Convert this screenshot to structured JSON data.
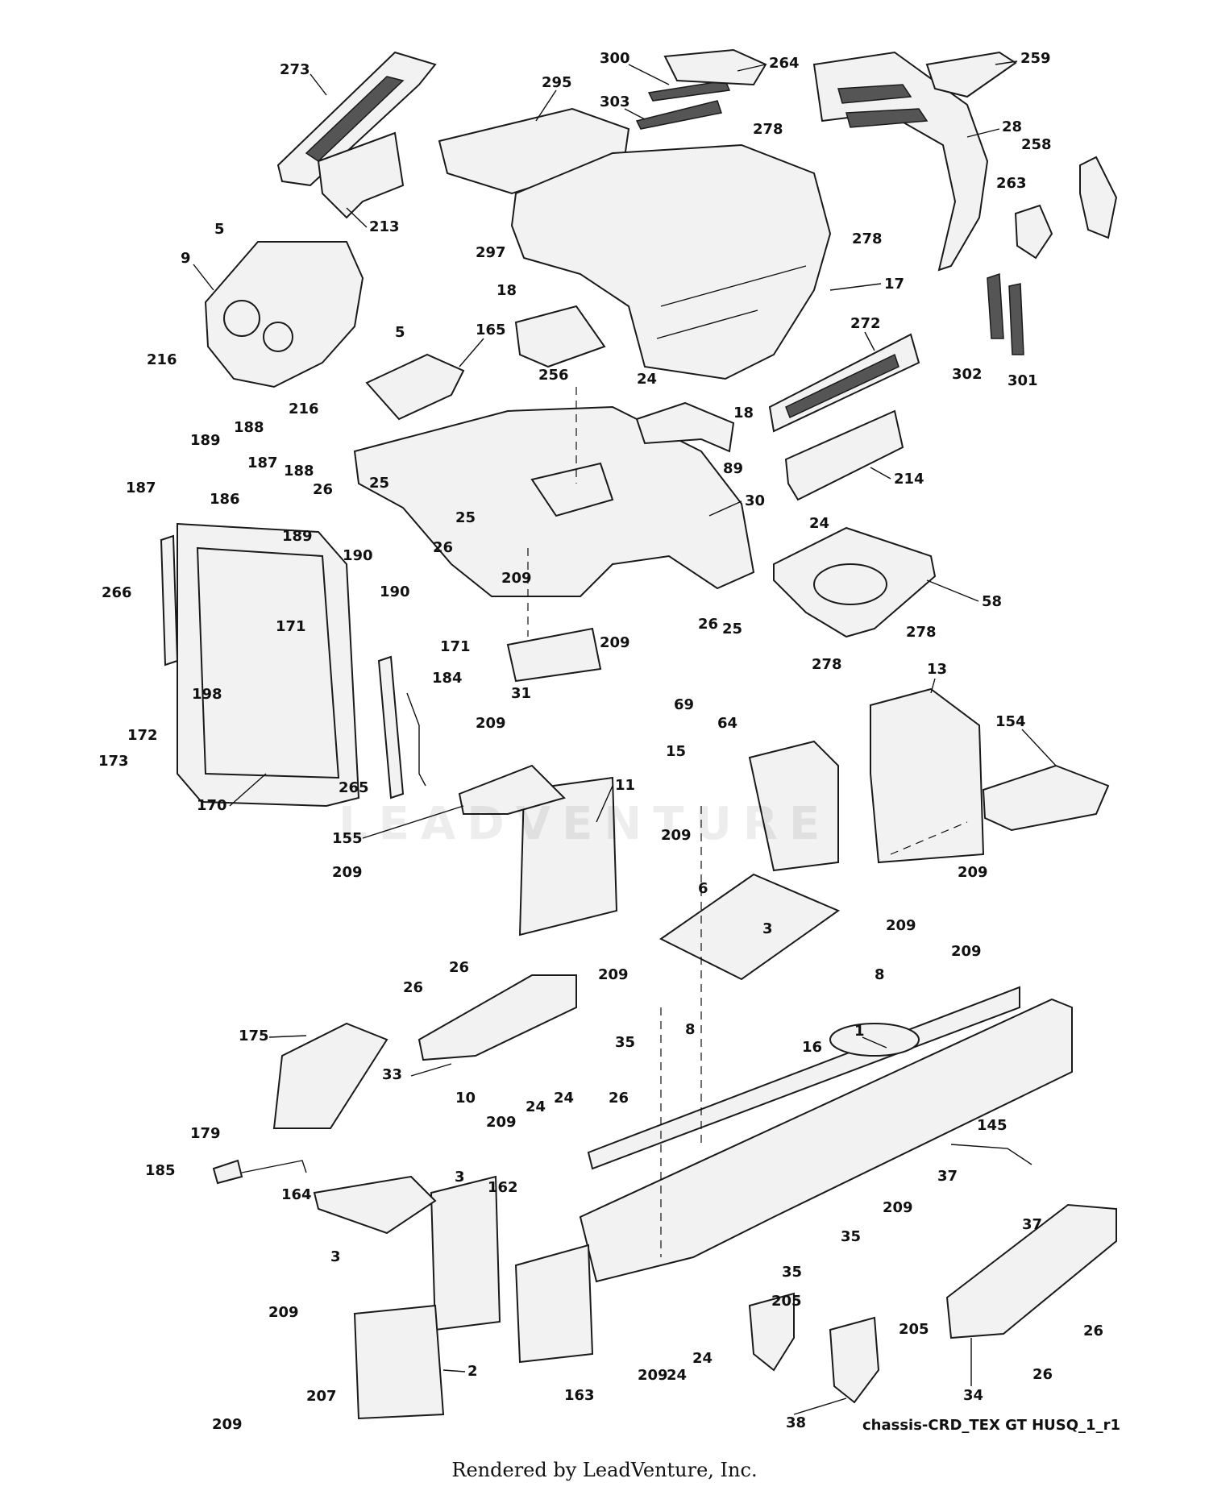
{
  "diagram": {
    "code": "chassis-CRD_TEX GT HUSQ_1_r1",
    "credit": "Rendered by LeadVenture, Inc.",
    "watermark": "LEADVENTURE",
    "callouts": [
      {
        "id": "c273",
        "label": "273"
      },
      {
        "id": "c300",
        "label": "300"
      },
      {
        "id": "c264",
        "label": "264"
      },
      {
        "id": "c259",
        "label": "259"
      },
      {
        "id": "c295",
        "label": "295"
      },
      {
        "id": "c303",
        "label": "303"
      },
      {
        "id": "c278a",
        "label": "278"
      },
      {
        "id": "c28",
        "label": "28"
      },
      {
        "id": "c258",
        "label": "258"
      },
      {
        "id": "c263",
        "label": "263"
      },
      {
        "id": "c278b",
        "label": "278"
      },
      {
        "id": "c213",
        "label": "213"
      },
      {
        "id": "c5a",
        "label": "5"
      },
      {
        "id": "c297",
        "label": "297"
      },
      {
        "id": "c9",
        "label": "9"
      },
      {
        "id": "c18a",
        "label": "18"
      },
      {
        "id": "c17",
        "label": "17"
      },
      {
        "id": "c5b",
        "label": "5"
      },
      {
        "id": "c165",
        "label": "165"
      },
      {
        "id": "c272",
        "label": "272"
      },
      {
        "id": "c302",
        "label": "302"
      },
      {
        "id": "c301",
        "label": "301"
      },
      {
        "id": "c216a",
        "label": "216"
      },
      {
        "id": "c256",
        "label": "256"
      },
      {
        "id": "c24a",
        "label": "24"
      },
      {
        "id": "c18b",
        "label": "18"
      },
      {
        "id": "c216b",
        "label": "216"
      },
      {
        "id": "c189a",
        "label": "189"
      },
      {
        "id": "c188a",
        "label": "188"
      },
      {
        "id": "c187a",
        "label": "187"
      },
      {
        "id": "c188b",
        "label": "188"
      },
      {
        "id": "c89",
        "label": "89"
      },
      {
        "id": "c187b",
        "label": "187"
      },
      {
        "id": "c186",
        "label": "186"
      },
      {
        "id": "c26a",
        "label": "26"
      },
      {
        "id": "c25a",
        "label": "25"
      },
      {
        "id": "c25b",
        "label": "25"
      },
      {
        "id": "c214",
        "label": "214"
      },
      {
        "id": "c30",
        "label": "30"
      },
      {
        "id": "c189b",
        "label": "189"
      },
      {
        "id": "c26b",
        "label": "26"
      },
      {
        "id": "c24b",
        "label": "24"
      },
      {
        "id": "c190a",
        "label": "190"
      },
      {
        "id": "c266",
        "label": "266"
      },
      {
        "id": "c190b",
        "label": "190"
      },
      {
        "id": "c209a",
        "label": "209"
      },
      {
        "id": "c58",
        "label": "58"
      },
      {
        "id": "c171a",
        "label": "171"
      },
      {
        "id": "c26c",
        "label": "26"
      },
      {
        "id": "c25c",
        "label": "25"
      },
      {
        "id": "c171b",
        "label": "171"
      },
      {
        "id": "c278c",
        "label": "278"
      },
      {
        "id": "c209b",
        "label": "209"
      },
      {
        "id": "c278d",
        "label": "278"
      },
      {
        "id": "c13",
        "label": "13"
      },
      {
        "id": "c31",
        "label": "31"
      },
      {
        "id": "c184",
        "label": "184"
      },
      {
        "id": "c69",
        "label": "69"
      },
      {
        "id": "c198",
        "label": "198"
      },
      {
        "id": "c209c",
        "label": "209"
      },
      {
        "id": "c64",
        "label": "64"
      },
      {
        "id": "c154",
        "label": "154"
      },
      {
        "id": "c172",
        "label": "172"
      },
      {
        "id": "c15",
        "label": "15"
      },
      {
        "id": "c173",
        "label": "173"
      },
      {
        "id": "c11",
        "label": "11"
      },
      {
        "id": "c170",
        "label": "170"
      },
      {
        "id": "c265",
        "label": "265"
      },
      {
        "id": "c155",
        "label": "155"
      },
      {
        "id": "c209d",
        "label": "209"
      },
      {
        "id": "c209e",
        "label": "209"
      },
      {
        "id": "c209f",
        "label": "209"
      },
      {
        "id": "c6",
        "label": "6"
      },
      {
        "id": "c3a",
        "label": "3"
      },
      {
        "id": "c209g",
        "label": "209"
      },
      {
        "id": "c209h",
        "label": "209"
      },
      {
        "id": "c26d",
        "label": "26"
      },
      {
        "id": "c209i",
        "label": "209"
      },
      {
        "id": "c26e",
        "label": "26"
      },
      {
        "id": "c8a",
        "label": "8"
      },
      {
        "id": "c8b",
        "label": "8"
      },
      {
        "id": "c175",
        "label": "175"
      },
      {
        "id": "c35a",
        "label": "35"
      },
      {
        "id": "c16",
        "label": "16"
      },
      {
        "id": "c1",
        "label": "1"
      },
      {
        "id": "c33",
        "label": "33"
      },
      {
        "id": "c10",
        "label": "10"
      },
      {
        "id": "c24c",
        "label": "24"
      },
      {
        "id": "c24d",
        "label": "24"
      },
      {
        "id": "c26f",
        "label": "26"
      },
      {
        "id": "c209j",
        "label": "209"
      },
      {
        "id": "c179",
        "label": "179"
      },
      {
        "id": "c145",
        "label": "145"
      },
      {
        "id": "c185",
        "label": "185"
      },
      {
        "id": "c37a",
        "label": "37"
      },
      {
        "id": "c3b",
        "label": "3"
      },
      {
        "id": "c162",
        "label": "162"
      },
      {
        "id": "c164",
        "label": "164"
      },
      {
        "id": "c209k",
        "label": "209"
      },
      {
        "id": "c37b",
        "label": "37"
      },
      {
        "id": "c3c",
        "label": "3"
      },
      {
        "id": "c35b",
        "label": "35"
      },
      {
        "id": "c35c",
        "label": "35"
      },
      {
        "id": "c205a",
        "label": "205"
      },
      {
        "id": "c209l",
        "label": "209"
      },
      {
        "id": "c205b",
        "label": "205"
      },
      {
        "id": "c26g",
        "label": "26"
      },
      {
        "id": "c209m",
        "label": "209"
      },
      {
        "id": "c24e",
        "label": "24"
      },
      {
        "id": "c24f",
        "label": "24"
      },
      {
        "id": "c26h",
        "label": "26"
      },
      {
        "id": "c163",
        "label": "163"
      },
      {
        "id": "c2",
        "label": "2"
      },
      {
        "id": "c207",
        "label": "207"
      },
      {
        "id": "c34",
        "label": "34"
      },
      {
        "id": "c209n",
        "label": "209"
      },
      {
        "id": "c38",
        "label": "38"
      }
    ]
  }
}
